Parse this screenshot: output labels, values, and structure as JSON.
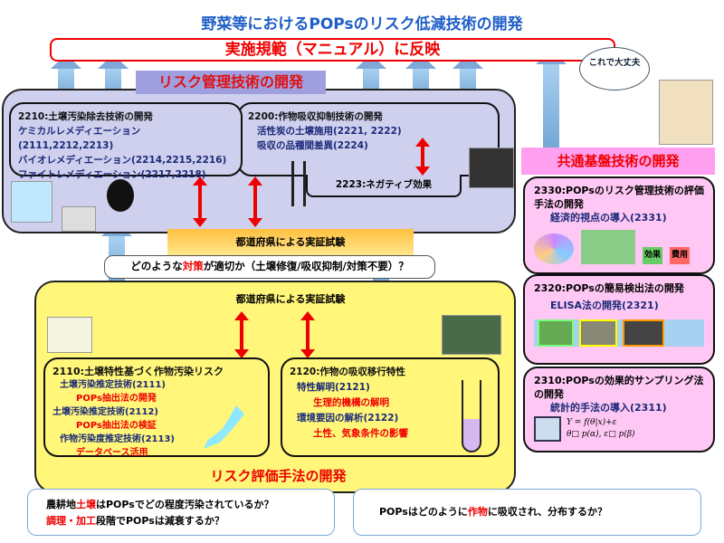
{
  "title": "野菜等におけるPOPsのリスク低減技術の開発",
  "manual": "実施規範（マニュアル）に反映",
  "cloud": "これで大丈夫",
  "management": {
    "banner": "リスク管理技術の開発",
    "b2210": {
      "title": "2210:土壌汚染除去技術の開発",
      "items": [
        "ケミカルレメディエーション(2111,2212,2213)",
        "バイオレメディエーション(2214,2215,2216)",
        "ファイトレメディエーション(2217,2218)"
      ]
    },
    "b2200": {
      "title": "2200:作物吸収抑制技術の開発",
      "items": [
        "活性炭の土壌施用(2221, 2222)",
        "吸収の品種間差異(2224)"
      ]
    },
    "b2223": "2223:ネガティブ効果"
  },
  "trial_top": "都道府県による実証試験",
  "question": {
    "pre": "どのような",
    "accent": "対策",
    "post": "が適切か（土壌修復/吸収抑制/対策不要）？"
  },
  "evaluation": {
    "trial": "都道府県による実証試験",
    "b2110": {
      "title": "2110:土壌特性基づく作物汚染リスク",
      "l1": "土壌汚染推定技術(2111)",
      "l2": "POPs抽出法の開発",
      "l3": "土壌汚染推定技術(2112)",
      "l4": "POPs抽出法の検証",
      "l5": "作物汚染度推定技術(2113)",
      "l6": "データベース活用"
    },
    "b2120": {
      "title": "2120:作物の吸収移行特性",
      "l1": "特性解明(2121)",
      "l2": "生理的機構の解明",
      "l3": "環境要因の解析(2122)",
      "l4": "土性、気象条件の影響"
    },
    "banner": "リスク評価手法の開発"
  },
  "q_left": {
    "a": "農耕地",
    "b": "土壌",
    "c": "はPOPsでどの程度汚染されているか？",
    "d": "調理・加工",
    "e": "段階でPOPsは減衰するか？"
  },
  "q_right": {
    "a": "POPsはどのように",
    "b": "作物",
    "c": "に吸収され、分布するか？"
  },
  "common": {
    "banner": "共通基盤技術の開発",
    "b2330": {
      "title": "2330:POPsのリスク管理技術の評価手法の開発",
      "sub": "経済的視点の導入(2331)",
      "tag1": "効果",
      "tag2": "費用"
    },
    "b2320": {
      "title": "2320:POPsの簡易検出法の開発",
      "sub": "ELISA法の開発(2321)"
    },
    "b2310": {
      "title": "2310:POPsの効果的サンプリング法の開発",
      "sub": "統計的手法の導入(2311)",
      "f1": "Y = f(θ|x)+ε",
      "f2": "θ□ p(α),   ε□ p(β)"
    }
  },
  "colors": {
    "title": "#1f5fc8",
    "accent": "#e00000",
    "navy": "#1a2a78",
    "management": "#cfcfee",
    "evaluation": "#fff67a",
    "common": "#ffc8f4"
  }
}
